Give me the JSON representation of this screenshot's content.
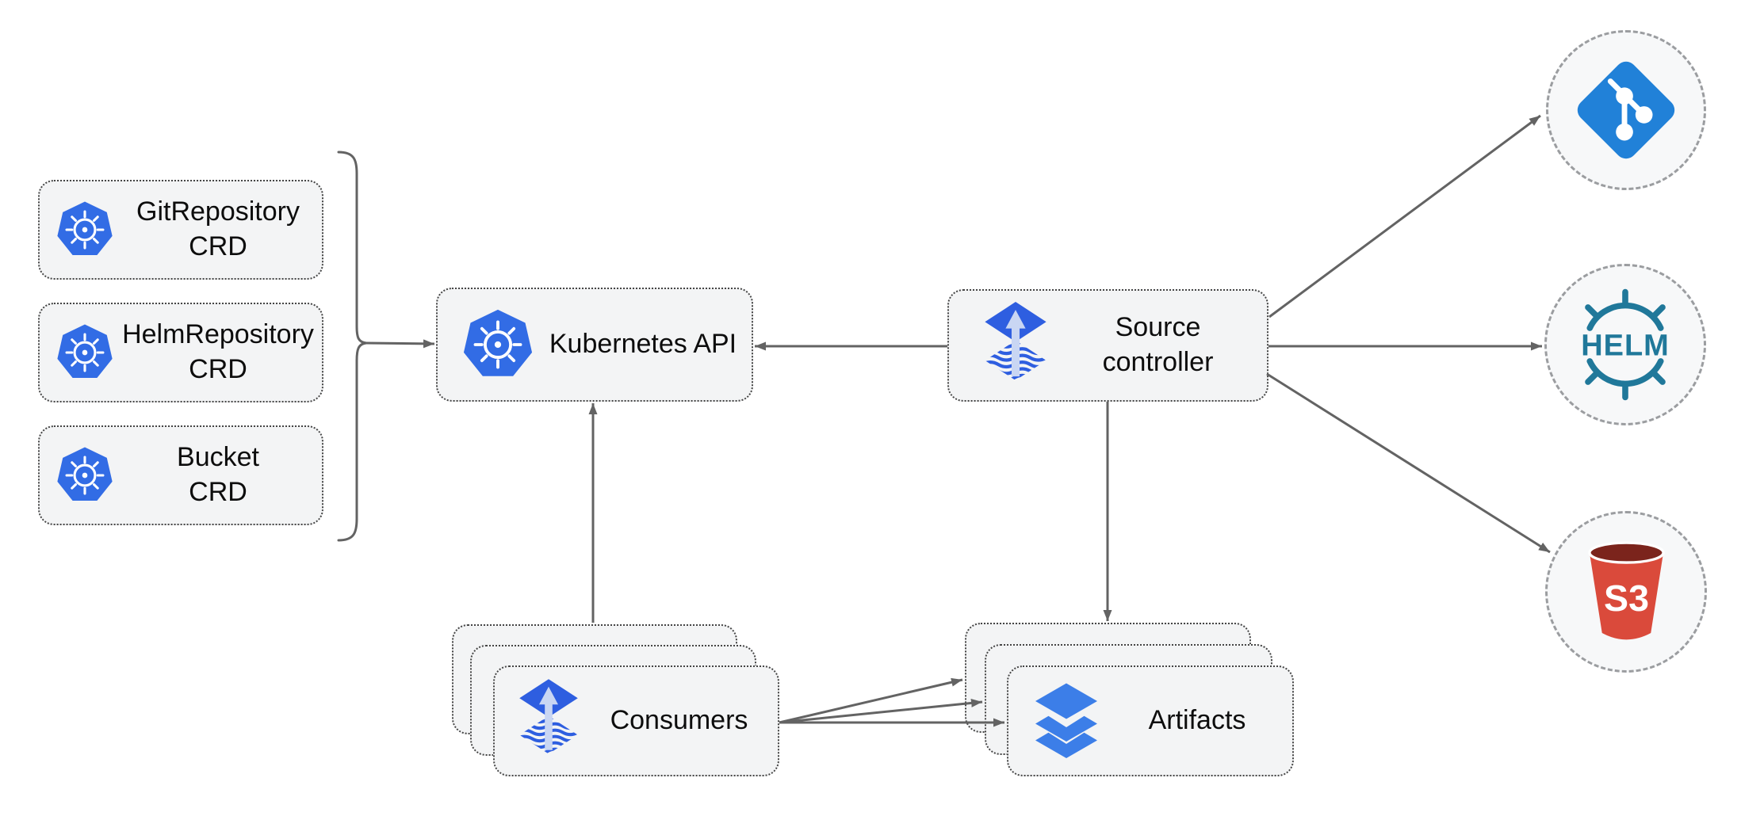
{
  "nodes": {
    "git_crd": {
      "line1": "GitRepository",
      "line2": "CRD"
    },
    "helm_crd": {
      "line1": "HelmRepository",
      "line2": "CRD"
    },
    "bucket_crd": {
      "line1": "Bucket",
      "line2": "CRD"
    },
    "kubernetes_api": {
      "label": "Kubernetes API"
    },
    "source_controller": {
      "line1": "Source",
      "line2": "controller"
    },
    "consumers": {
      "label": "Consumers"
    },
    "artifacts": {
      "label": "Artifacts"
    },
    "helm_endpoint": {
      "logo_text": "HELM"
    },
    "s3_endpoint": {
      "logo_text": "S3"
    }
  },
  "colors": {
    "background": "#ffffff",
    "box_fill": "#f3f4f5",
    "box_border_dotted": "#454545",
    "circle_border_dashed": "#9b9da0",
    "arrow_gray": "#636363",
    "text": "#0d0d0d",
    "kubernetes_blue": "#326ce5",
    "flux_blue": "#2e5ee0",
    "flux_arrow_light": "#c9d6f3",
    "git_blue": "#2181d8",
    "helm_teal": "#20789a",
    "s3_red": "#da4a3b",
    "s3_dark_red": "#7b241c",
    "layers_blue": "#3c7ee8"
  }
}
